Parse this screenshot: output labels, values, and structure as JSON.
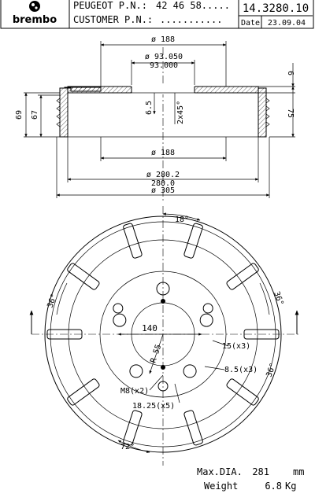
{
  "header": {
    "brand": "brembo",
    "peugeot_label": "PEUGEOT P.N.:",
    "peugeot_value": "42 46 58.....",
    "customer_label": "CUSTOMER P.N.:",
    "customer_value": "...........",
    "part_number": "14.3280.10",
    "date_label": "Date",
    "date_value": "23.09.04"
  },
  "section_view": {
    "inner_diameter": "ø 188",
    "bore_upper": "ø 93.050",
    "bore_lower": "93.000",
    "height_6": "6",
    "height_69": "69",
    "height_67": "67",
    "height_75": "75",
    "depth_6_5": "6.5",
    "chamfer": "2x45°",
    "bottom_188": "ø 188",
    "outer_upper": "ø 280.2",
    "outer_lower": "280.0",
    "overall": "ø 305"
  },
  "front_view": {
    "angle_top": "18°",
    "angle_left": "36°",
    "angle_right": "36°",
    "angle_right_low": "36°",
    "angle_bottom": "72°",
    "pcd": "140",
    "radius": "R 55",
    "holes_15": "15(x3)",
    "holes_8_5": "8.5(x3)",
    "thread_m8": "M8(x2)",
    "holes_18_25": "18.25(x5)"
  },
  "specs": {
    "max_dia_label": "Max.DIA.",
    "max_dia_value": "281",
    "max_dia_unit": "mm",
    "weight_label": "Weight",
    "weight_value": "6.8",
    "weight_unit": "Kg"
  }
}
